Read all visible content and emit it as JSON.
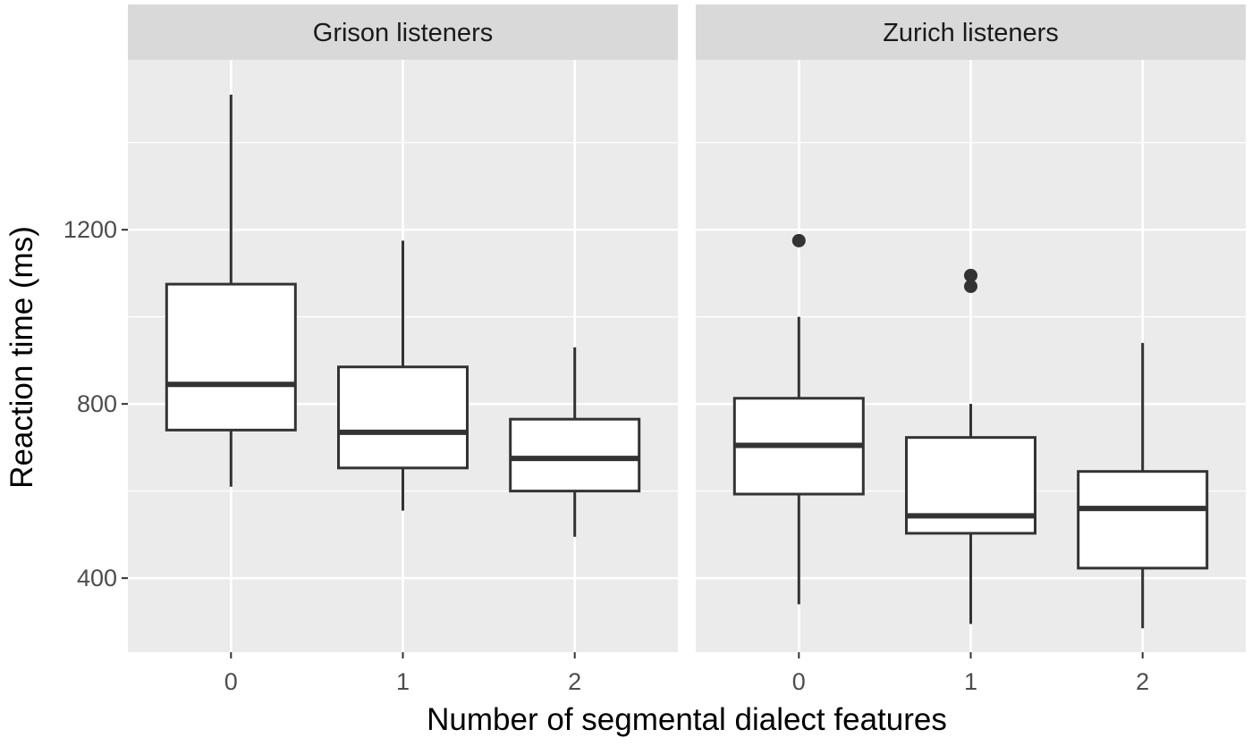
{
  "chart_data": {
    "type": "boxplot",
    "xlabel": "Number of segmental dialect features",
    "ylabel": "Reaction time (ms)",
    "ylim": [
      230,
      1590
    ],
    "y_ticks": [
      400,
      800,
      1200
    ],
    "x_categories": [
      "0",
      "1",
      "2"
    ],
    "grid": true,
    "facets": [
      {
        "label": "Grison listeners",
        "boxes": [
          {
            "x": "0",
            "whisker_low": 610,
            "q1": 740,
            "median": 845,
            "q3": 1075,
            "whisker_high": 1510,
            "outliers": []
          },
          {
            "x": "1",
            "whisker_low": 555,
            "q1": 653,
            "median": 735,
            "q3": 885,
            "whisker_high": 1175,
            "outliers": []
          },
          {
            "x": "2",
            "whisker_low": 495,
            "q1": 600,
            "median": 675,
            "q3": 765,
            "whisker_high": 930,
            "outliers": []
          }
        ]
      },
      {
        "label": "Zurich listeners",
        "boxes": [
          {
            "x": "0",
            "whisker_low": 340,
            "q1": 593,
            "median": 705,
            "q3": 813,
            "whisker_high": 1000,
            "outliers": [
              1175
            ]
          },
          {
            "x": "1",
            "whisker_low": 295,
            "q1": 503,
            "median": 543,
            "q3": 723,
            "whisker_high": 800,
            "outliers": [
              1095,
              1070
            ]
          },
          {
            "x": "2",
            "whisker_low": 285,
            "q1": 423,
            "median": 560,
            "q3": 645,
            "whisker_high": 940,
            "outliers": []
          }
        ]
      }
    ]
  },
  "colors": {
    "panel_bg": "#ebebeb",
    "strip_bg": "#d9d9d9",
    "grid": "#ffffff",
    "box_fill": "#ffffff",
    "box_line": "#333333"
  }
}
